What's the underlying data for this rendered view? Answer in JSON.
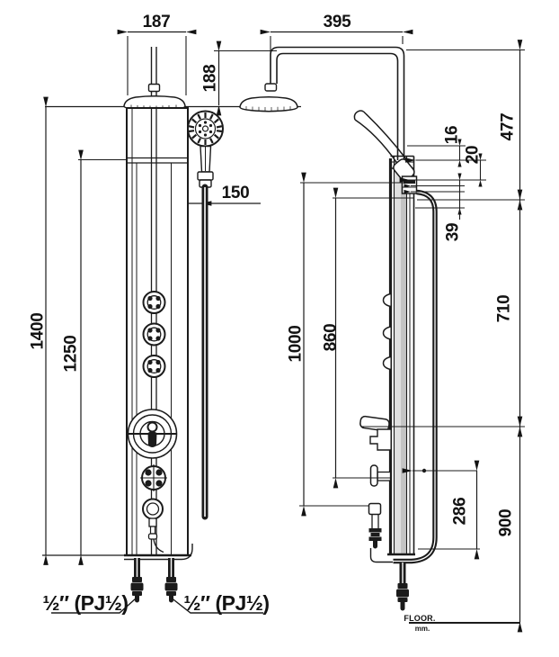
{
  "dims": {
    "d187": "187",
    "d188": "188",
    "d150": "150",
    "d1400": "1400",
    "d1250": "1250",
    "d395": "395",
    "d477": "477",
    "d16": "16",
    "d20": "20",
    "d39": "39",
    "d710": "710",
    "d1000": "1000",
    "d860": "860",
    "d286": "286",
    "d900": "900"
  },
  "labels": {
    "inlet_left": "½″ (PJ½)",
    "inlet_right": "½″ (PJ½)",
    "floor": "FLOOR.",
    "floor_unit": "mm."
  }
}
